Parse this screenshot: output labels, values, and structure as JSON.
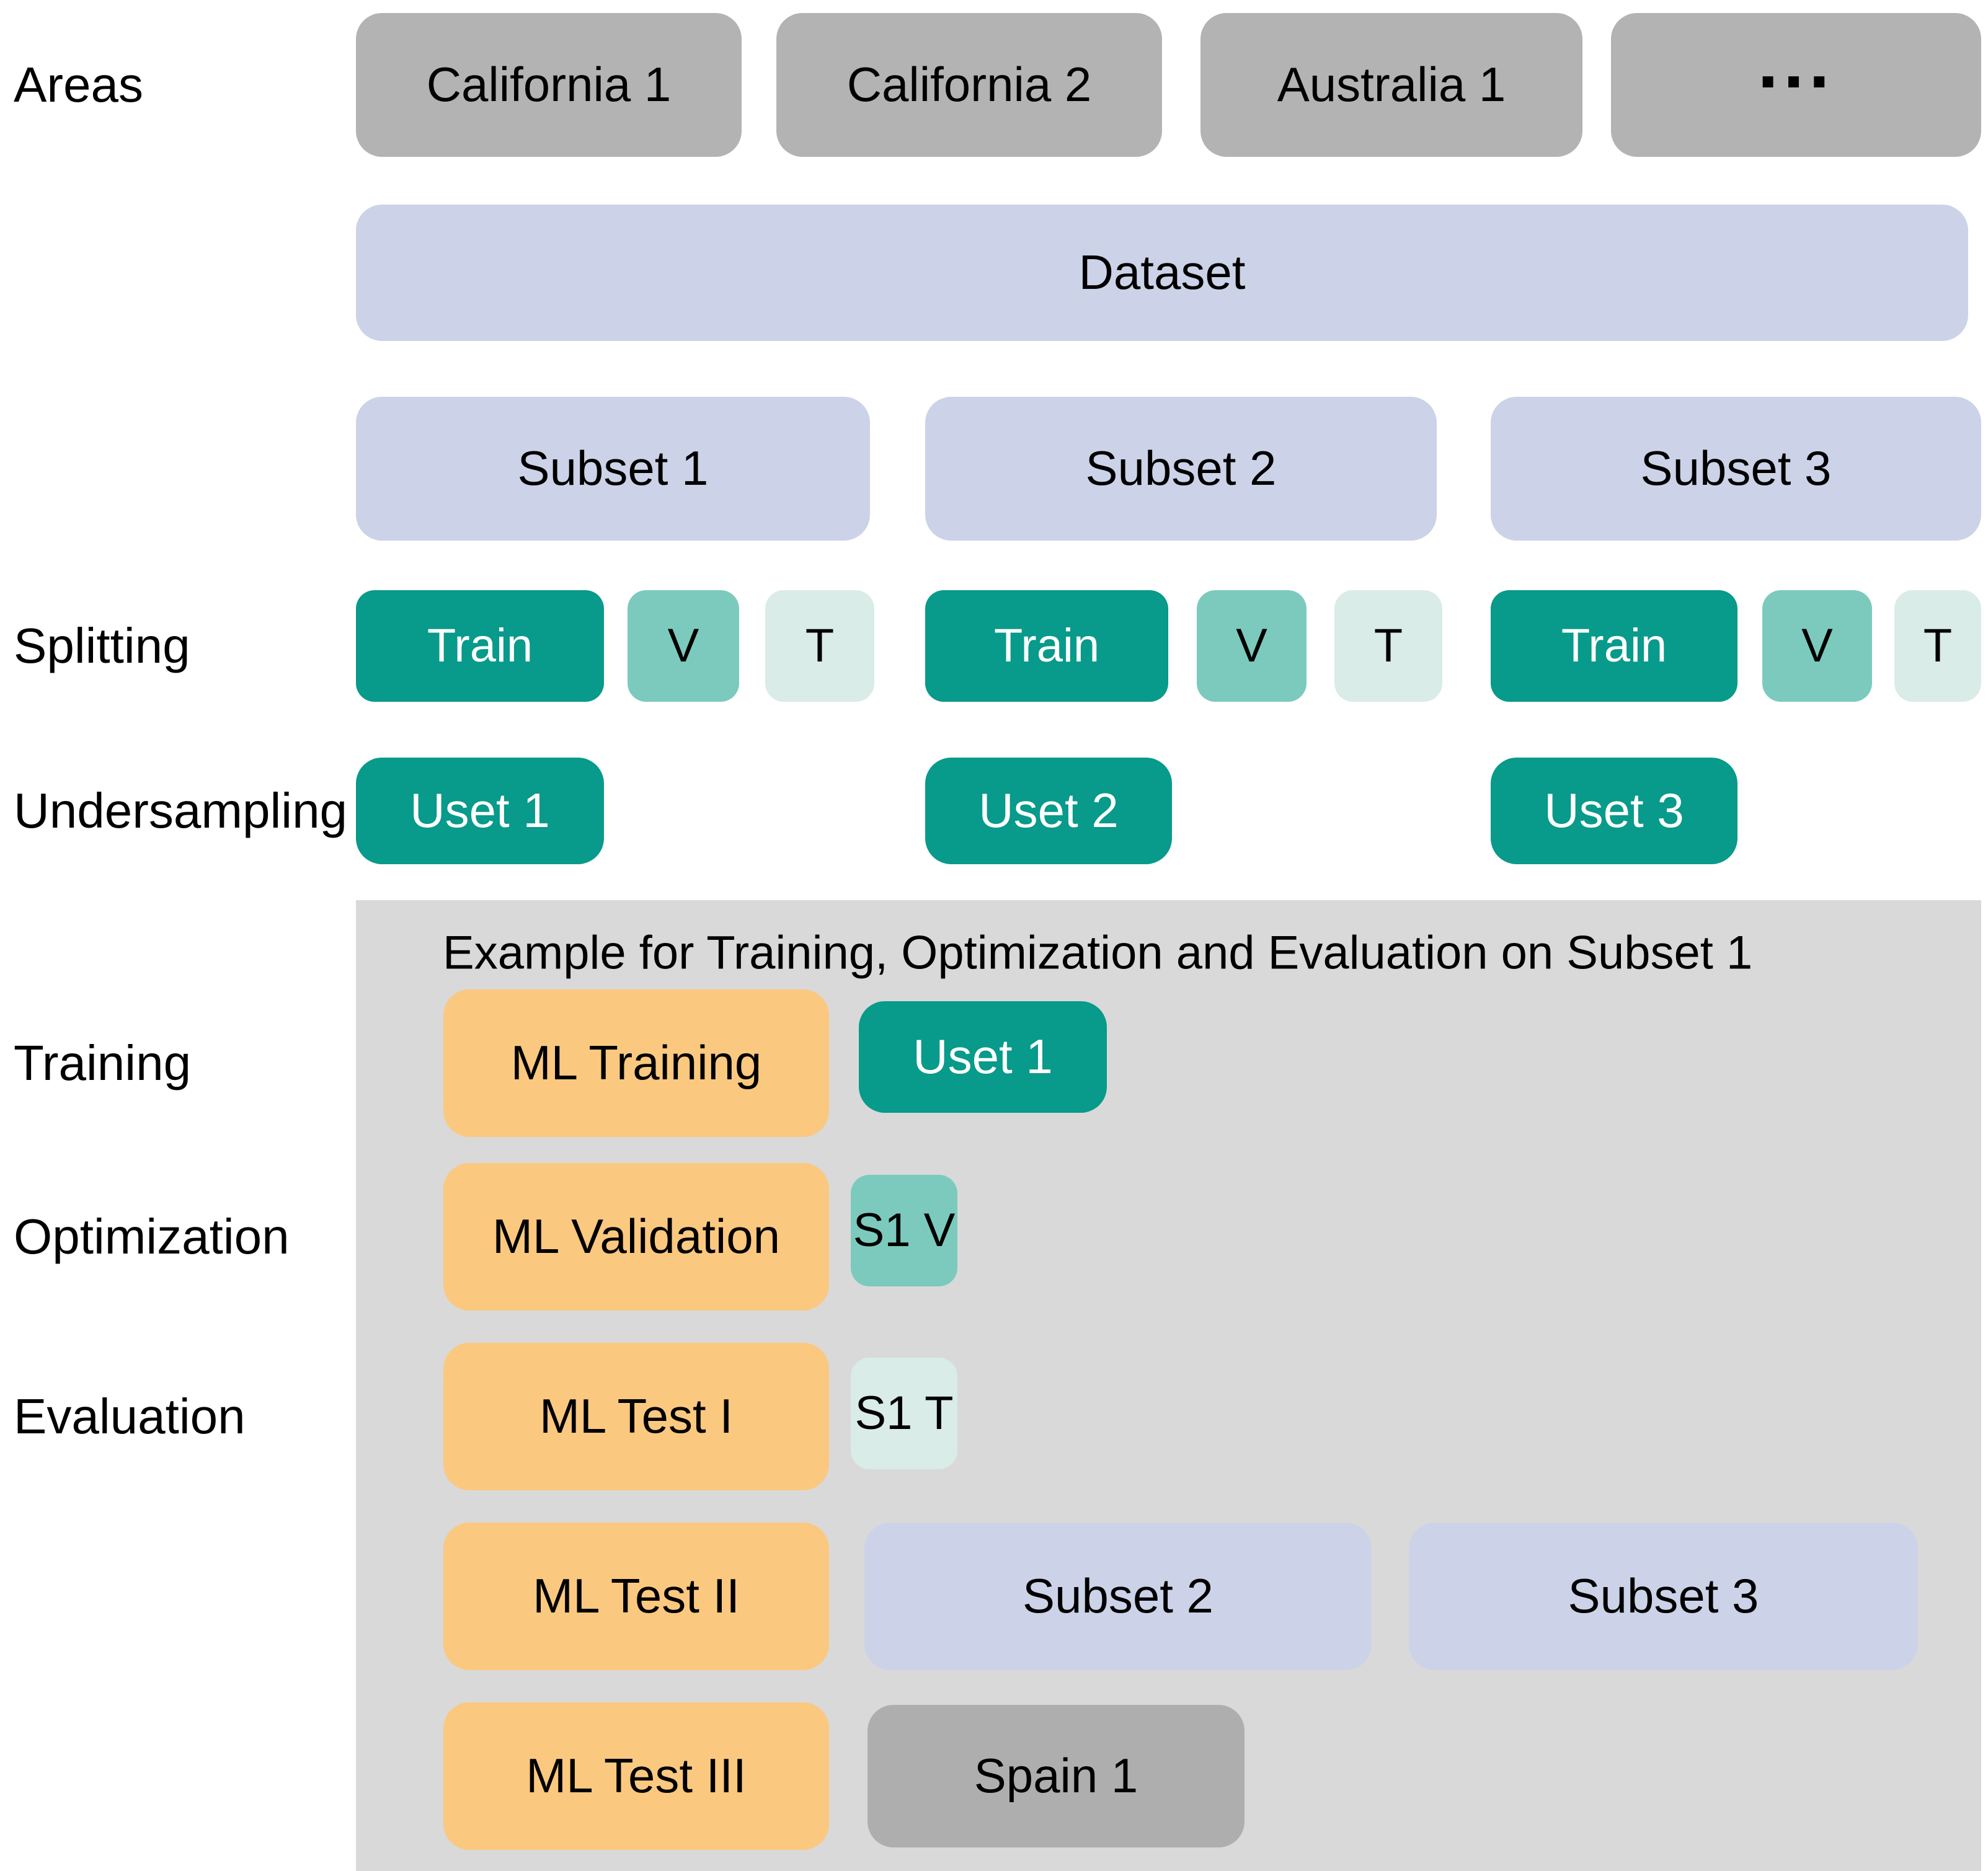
{
  "row_labels": {
    "areas": "Areas",
    "splitting": "Splitting",
    "undersampling": "Undersampling",
    "training": "Training",
    "optimization": "Optimization",
    "evaluation": "Evaluation"
  },
  "areas": {
    "boxes": [
      "California 1",
      "California 2",
      "Australia 1",
      "..."
    ]
  },
  "dataset": {
    "label": "Dataset"
  },
  "subsets": {
    "boxes": [
      "Subset 1",
      "Subset 2",
      "Subset 3"
    ]
  },
  "splitting": {
    "groups": [
      {
        "train": "Train",
        "validation": "V",
        "test": "T"
      },
      {
        "train": "Train",
        "validation": "V",
        "test": "T"
      },
      {
        "train": "Train",
        "validation": "V",
        "test": "T"
      }
    ]
  },
  "undersampling": {
    "boxes": [
      "Uset 1",
      "Uset 2",
      "Uset 3"
    ]
  },
  "example": {
    "title": "Example for Training, Optimization and Evaluation on Subset 1",
    "rows": [
      {
        "ml": "ML Training",
        "data": [
          "Uset 1"
        ]
      },
      {
        "ml": "ML Validation",
        "data": [
          "S1 V"
        ]
      },
      {
        "ml": "ML Test I",
        "data": [
          "S1 T"
        ]
      },
      {
        "ml": "ML Test II",
        "data": [
          "Subset 2",
          "Subset 3"
        ]
      },
      {
        "ml": "ML Test III",
        "data": [
          "Spain 1"
        ]
      }
    ]
  },
  "colors": {
    "area_gray": "#b3b3b3",
    "lavender": "#ccd3e8",
    "teal_dark": "#089a8a",
    "teal_mid": "#7ccabd",
    "teal_light": "#d9ece7",
    "orange": "#fbc880",
    "example_bg": "#d9d9d9",
    "spain_gray": "#aeaeae"
  }
}
